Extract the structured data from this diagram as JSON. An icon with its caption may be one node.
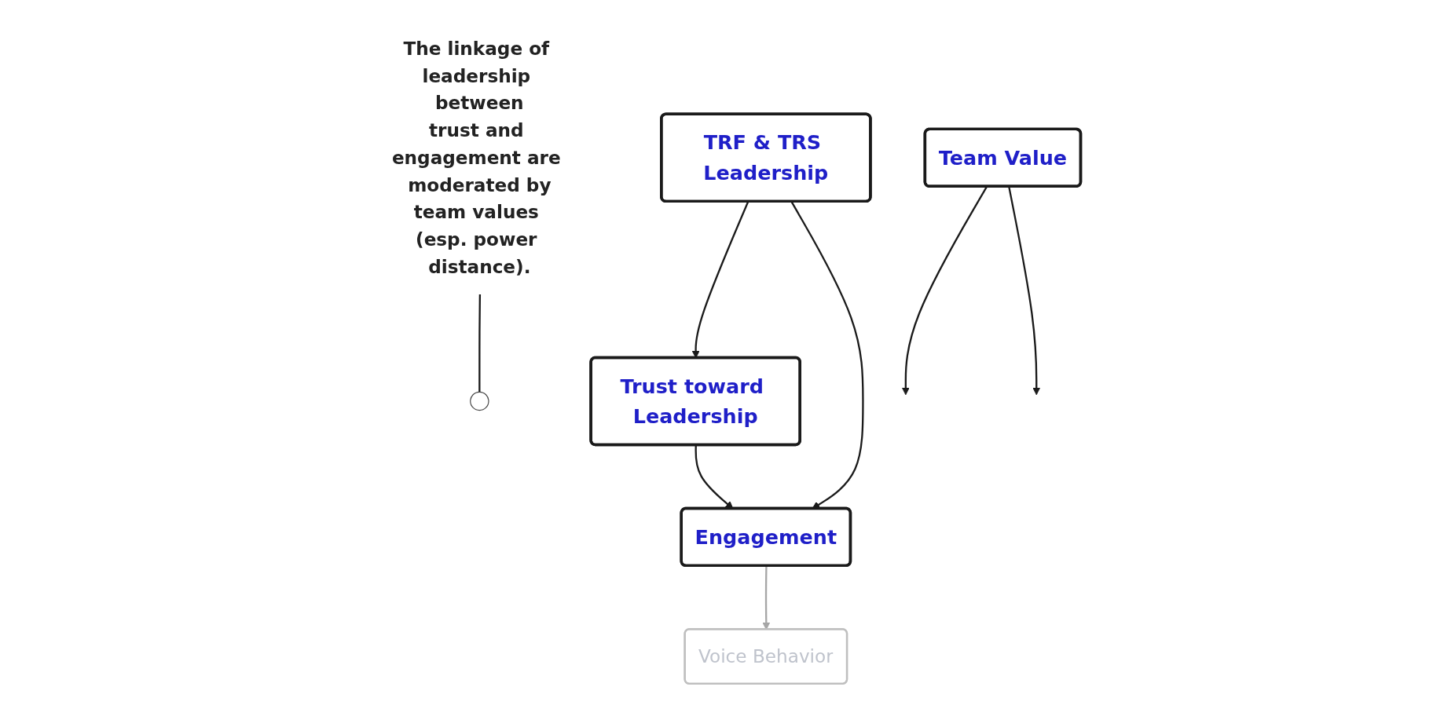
{
  "diagram": {
    "nodes": [
      {
        "text": [
          "TRF & TRS Leadership"
        ]
      },
      {
        "text": [
          "The linkage of leadership between trust and engagement are moderated by team values (esp. power distance)."
        ]
      },
      {
        "text": [],
        "shape": "circle"
      },
      {
        "text": [
          "Team Value"
        ]
      },
      {
        "text": [
          "Trust toward Leadership"
        ]
      },
      {
        "text": [
          "Engagement"
        ]
      },
      {
        "text": [
          "Voice Behavior"
        ]
      }
    ],
    "edges": [
      {
        "from": 0,
        "to": 4,
        "arrow": "to"
      },
      {
        "from": 0,
        "to": 5,
        "arrow": "to"
      },
      {
        "from": 3,
        "to": null,
        "arrow": "to"
      },
      {
        "from": 3,
        "to": null,
        "arrow": "to"
      },
      {
        "from": 1,
        "to": 2,
        "arrow": "none"
      },
      {
        "from": 4,
        "to": 5,
        "arrow": "to"
      },
      {
        "from": 5,
        "to": 6,
        "arrow": "to",
        "color": "#a6a6a6"
      }
    ]
  }
}
